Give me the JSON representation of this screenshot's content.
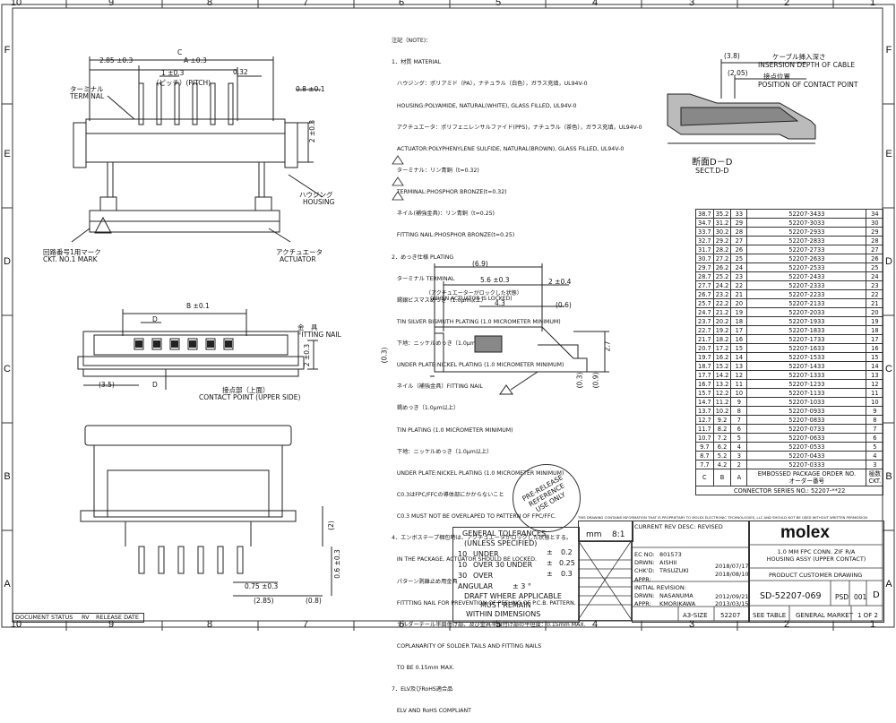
{
  "zones": {
    "top": [
      "10",
      "9",
      "8",
      "7",
      "6",
      "5",
      "4",
      "3",
      "2",
      "1"
    ],
    "left": [
      "F",
      "E",
      "D",
      "C",
      "B",
      "A"
    ],
    "right": [
      "F",
      "E",
      "D",
      "C",
      "B",
      "A"
    ]
  },
  "notes": [
    "注記（NOTE)：",
    "1．材質 MATERIAL",
    "   ハウジング：ポリアミド（PA），ナチュラル（白色），ガラス充填，UL94V-0",
    "   HOUSING:POLYAMIDE, NATURAL(WHITE), GLASS FILLED, UL94V-0",
    "   アクチュエータ：ポリフェニレンサルファイド(PPS)，ナチュラル（茶色），ガラス充填，UL94V-0",
    "   ACTUATOR:POLYPHENYLENE SULFIDE, NATURAL(BROWN), GLASS FILLED, UL94V-0",
    "   ターミナル：リン青銅（t=0.32)",
    "   TERMINAL:PHOSPHOR BRONZE(t=0.32)",
    "   ネイル(補強金具)：リン青銅（t=0.25)",
    "   FITTING NAIL:PHOSPHOR BRONZE(t=0.25)",
    "2．めっき仕様 PLATING",
    "   ターミナル TERMINAL",
    "   錫銀ビスマスめっき（1.0μm以上）",
    "   TIN SILVER BISMUTH PLATING (1.0 MICROMETER MINIMUM)",
    "   下地：ニッケルめっき（1.0μm以上）",
    "   UNDER PLATE:NICKEL PLATING (1.0 MICROMETER MINIMUM)",
    "   ネイル（補強金具）FITTING NAIL",
    "   錫めっき（1.0μm以上）",
    "   TIN PLATING (1.0 MICROMETER MINIMUM)",
    "   下地：ニッケルめっき（1.0μm以上）",
    "   UNDER PLATE:NICKEL PLATING (1.0 MICROMETER MINIMUM)",
    "   C0.3はFPC/FFCの導体部にかからないこと",
    "   C0.3 MUST NOT BE OVERLAPED TO PATTERN OF FPC/FFC.",
    "4．エンボステープ梱包時は、アクチュエータがロックした状態とする。",
    "   IN THE PACKAGE, ACTUATOR SHOULD BE LOCKED.",
    "   パターン剥離止め用金具",
    "   FITTTING NAIL FOR PREVENTION OF PEELING OF P.C.B. PATTERN.",
    "   ソルダーテール半田付け部、及び金具半田付け部の平坦度：0.15mm MAX.",
    "   COPLANARITY OF SOLDER TAILS AND FITTING NAILS",
    "   TO BE 0.15mm MAX.",
    "7．ELV及びRoHS適合品",
    "   ELV AND RoHS COMPLIANT"
  ],
  "labels": {
    "terminal_jp": "ターミナル",
    "terminal": "TERMINAL",
    "housing_jp": "ハウジング",
    "housing": "HOUSING",
    "ckt_jp": "回路番号1用マーク",
    "ckt": "CKT. NO.1 MARK",
    "actuator_jp": "アクチュエータ",
    "actuator": "ACTUATOR",
    "fitting_nail_jp": "金　具",
    "fitting_nail": "FITTING NAIL",
    "contact_jp": "接点部（上面）",
    "contact": "CONTACT POINT (UPPER SIDE)",
    "cable_jp": "ケーブル挿入深さ",
    "cable": "INSERSION DEPTH OF CABLE",
    "position_jp": "接点位置",
    "position": "POSITION OF CONTACT POINT",
    "section_jp": "断面D－D",
    "section": "SECT.D-D",
    "locked_jp": "（アクチュエーターがロックした状態）",
    "locked": "(WHEN ACTUATOR IS LOCKED)",
    "prerelease": "PRE-RELEASE\nREFERENCE\nUSE ONLY"
  },
  "dims": {
    "c": "C",
    "a": "A ±0.3",
    "p285": "2.85 ±0.3",
    "p03": "1 ±0.3",
    "pitch": "（ピッチ）(PITCH)",
    "p032": "0.32",
    "p08": "0.8 ±0.1",
    "p2": "2 ±0.3",
    "b": "B ±0.1",
    "d": "D",
    "d2": "D",
    "p243": "2 ±0.3",
    "p35": "(3.5)",
    "p69": "(6.9)",
    "p56": "5.6 ±0.3",
    "p2b": "2 ±0.4",
    "p43": "4.3",
    "p06": "(0.6)",
    "p27": "2.7",
    "p03b": "(0.3)",
    "p03c": "(0.3)",
    "p09": "(0.9)",
    "p38": "(3.8)",
    "p205": "(2.05)",
    "p075": "0.75 ±0.3",
    "p285b": "(2.85)",
    "p08b": "(0.8)",
    "p2c": "(2)",
    "p06b": "0.6 ±0.3"
  },
  "table": {
    "header": [
      "C",
      "B",
      "A",
      "EMBOSSED PACKAGE ORDER NO.\nオーダー番号",
      "極数\nCKT."
    ],
    "footer": "CONNECTOR SERIES NO.: 52207-**22",
    "rows": [
      [
        "38.7",
        "35.2",
        "33",
        "52207-3433",
        "34"
      ],
      [
        "34.7",
        "31.2",
        "29",
        "52207-3033",
        "30"
      ],
      [
        "33.7",
        "30.2",
        "28",
        "52207-2933",
        "29"
      ],
      [
        "32.7",
        "29.2",
        "27",
        "52207-2833",
        "28"
      ],
      [
        "31.7",
        "28.2",
        "26",
        "52207-2733",
        "27"
      ],
      [
        "30.7",
        "27.2",
        "25",
        "52207-2633",
        "26"
      ],
      [
        "29.7",
        "26.2",
        "24",
        "52207-2533",
        "25"
      ],
      [
        "28.7",
        "25.2",
        "23",
        "52207-2433",
        "24"
      ],
      [
        "27.7",
        "24.2",
        "22",
        "52207-2333",
        "23"
      ],
      [
        "26.7",
        "23.2",
        "21",
        "52207-2233",
        "22"
      ],
      [
        "25.7",
        "22.2",
        "20",
        "52207-2133",
        "21"
      ],
      [
        "24.7",
        "21.2",
        "19",
        "52207-2033",
        "20"
      ],
      [
        "23.7",
        "20.2",
        "18",
        "52207-1933",
        "19"
      ],
      [
        "22.7",
        "19.2",
        "17",
        "52207-1833",
        "18"
      ],
      [
        "21.7",
        "18.2",
        "16",
        "52207-1733",
        "17"
      ],
      [
        "20.7",
        "17.2",
        "15",
        "52207-1633",
        "16"
      ],
      [
        "19.7",
        "16.2",
        "14",
        "52207-1533",
        "15"
      ],
      [
        "18.7",
        "15.2",
        "13",
        "52207-1433",
        "14"
      ],
      [
        "17.7",
        "14.2",
        "12",
        "52207-1333",
        "13"
      ],
      [
        "16.7",
        "13.2",
        "11",
        "52207-1233",
        "12"
      ],
      [
        "15.7",
        "12.2",
        "10",
        "52207-1133",
        "11"
      ],
      [
        "14.7",
        "11.2",
        "9",
        "52207-1033",
        "10"
      ],
      [
        "13.7",
        "10.2",
        "8",
        "52207-0933",
        "9"
      ],
      [
        "12.7",
        "9.2",
        "7",
        "52207-0833",
        "8"
      ],
      [
        "11.7",
        "8.2",
        "6",
        "52207-0733",
        "7"
      ],
      [
        "10.7",
        "7.2",
        "5",
        "52207-0633",
        "6"
      ],
      [
        "9.7",
        "6.2",
        "4",
        "52207-0533",
        "5"
      ],
      [
        "8.7",
        "5.2",
        "3",
        "52207-0433",
        "4"
      ],
      [
        "7.7",
        "4.2",
        "2",
        "52207-0333",
        "3"
      ]
    ]
  },
  "tolerances": {
    "title": "GENERAL TOLERANCES",
    "subtitle": "(UNLESS SPECIFIED)",
    "unit": "mm",
    "scale": "8:1",
    "rows": [
      [
        "10",
        "UNDER",
        "±",
        "0.2"
      ],
      [
        "10",
        "OVER 30 UNDER",
        "±",
        "0.25"
      ],
      [
        "30",
        "OVER",
        "±",
        "0.3"
      ]
    ],
    "angular": "ANGULAR",
    "angular_val": "±  3  °",
    "draft": [
      "DRAFT WHERE APPLICABLE",
      "MUST REMAIN",
      "WITHIN DIMENSIONS"
    ]
  },
  "titleblock": {
    "disclaimer": "THIS DRAWING CONTAINS INFORMATION THAT IS PROPRIETARY TO MOLEX ELECTRONIC TECHNOLOGIES, LLC AND SHOULD NOT BE USED WITHOUT WRITTEN PERMISSION",
    "current_rev": "CURRENT REV DESC: REVISED",
    "ec_no": "EC NO:",
    "ec_val": "801573",
    "drwn": "DRWN:",
    "drwn_val": "AISHII",
    "drwn_date": "2018/07/17",
    "chkd": "CHK'D:",
    "chkd_val": "TRSUZUKI",
    "chkd_date": "2018/08/10",
    "appr": "APPR:",
    "initial": "INITIAL REVISION:",
    "drwn2_val": "NASANUMA",
    "drwn2_date": "2012/09/21",
    "appr2_val": "KMORIKAWA",
    "appr2_date": "2013/03/15",
    "logo": "molex",
    "description": "1.0 MM FPC CONN. ZIF R/A\nHOUSING ASSY (UPPER CONTACT)",
    "doc_type": "PRODUCT CUSTOMER DRAWING",
    "doc_number": "SD-52207-069",
    "psd": "PSD",
    "sheet_no": "001",
    "rev": "D",
    "size": "A3-SIZE",
    "series": "52207",
    "see_table": "SEE TABLE",
    "market": "GENERAL MARKET",
    "sheet": "1 OF 2",
    "doc_status": "DOCUMENT STATUS",
    "rv": "RV",
    "release_date": "RELEASE DATE"
  }
}
